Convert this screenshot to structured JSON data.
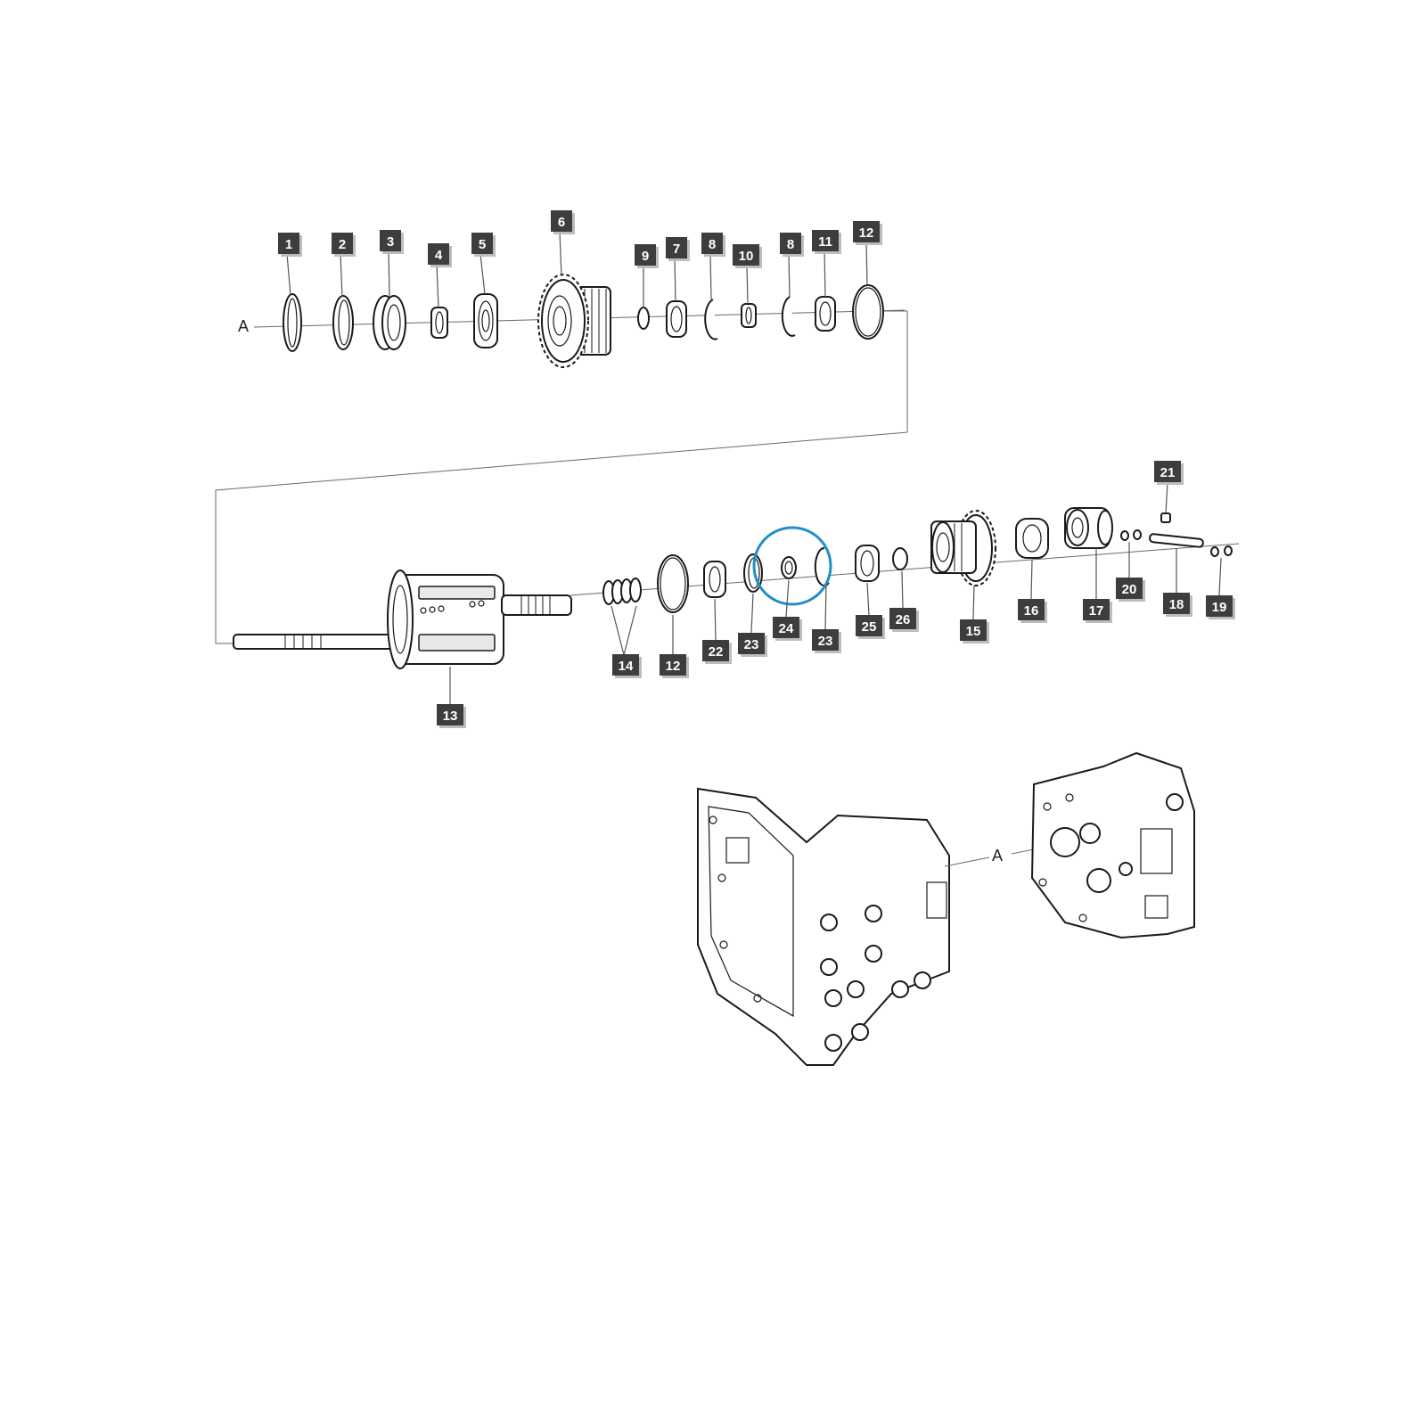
{
  "reference_marks": {
    "top_left": "A",
    "housing": "A"
  },
  "callouts": {
    "c1": "1",
    "c2": "2",
    "c3": "3",
    "c4": "4",
    "c5": "5",
    "c6": "6",
    "c9": "9",
    "c7": "7",
    "c8a": "8",
    "c10": "10",
    "c8b": "8",
    "c11": "11",
    "c12a": "12",
    "c21": "21",
    "c14": "14",
    "c12b": "12",
    "c22": "22",
    "c23a": "23",
    "c24": "24",
    "c23b": "23",
    "c25": "25",
    "c26": "26",
    "c15": "15",
    "c16": "16",
    "c17": "17",
    "c20": "20",
    "c18": "18",
    "c19": "19",
    "c13": "13"
  },
  "highlight": {
    "color": "#1f8fc5",
    "target_callout": "24"
  }
}
